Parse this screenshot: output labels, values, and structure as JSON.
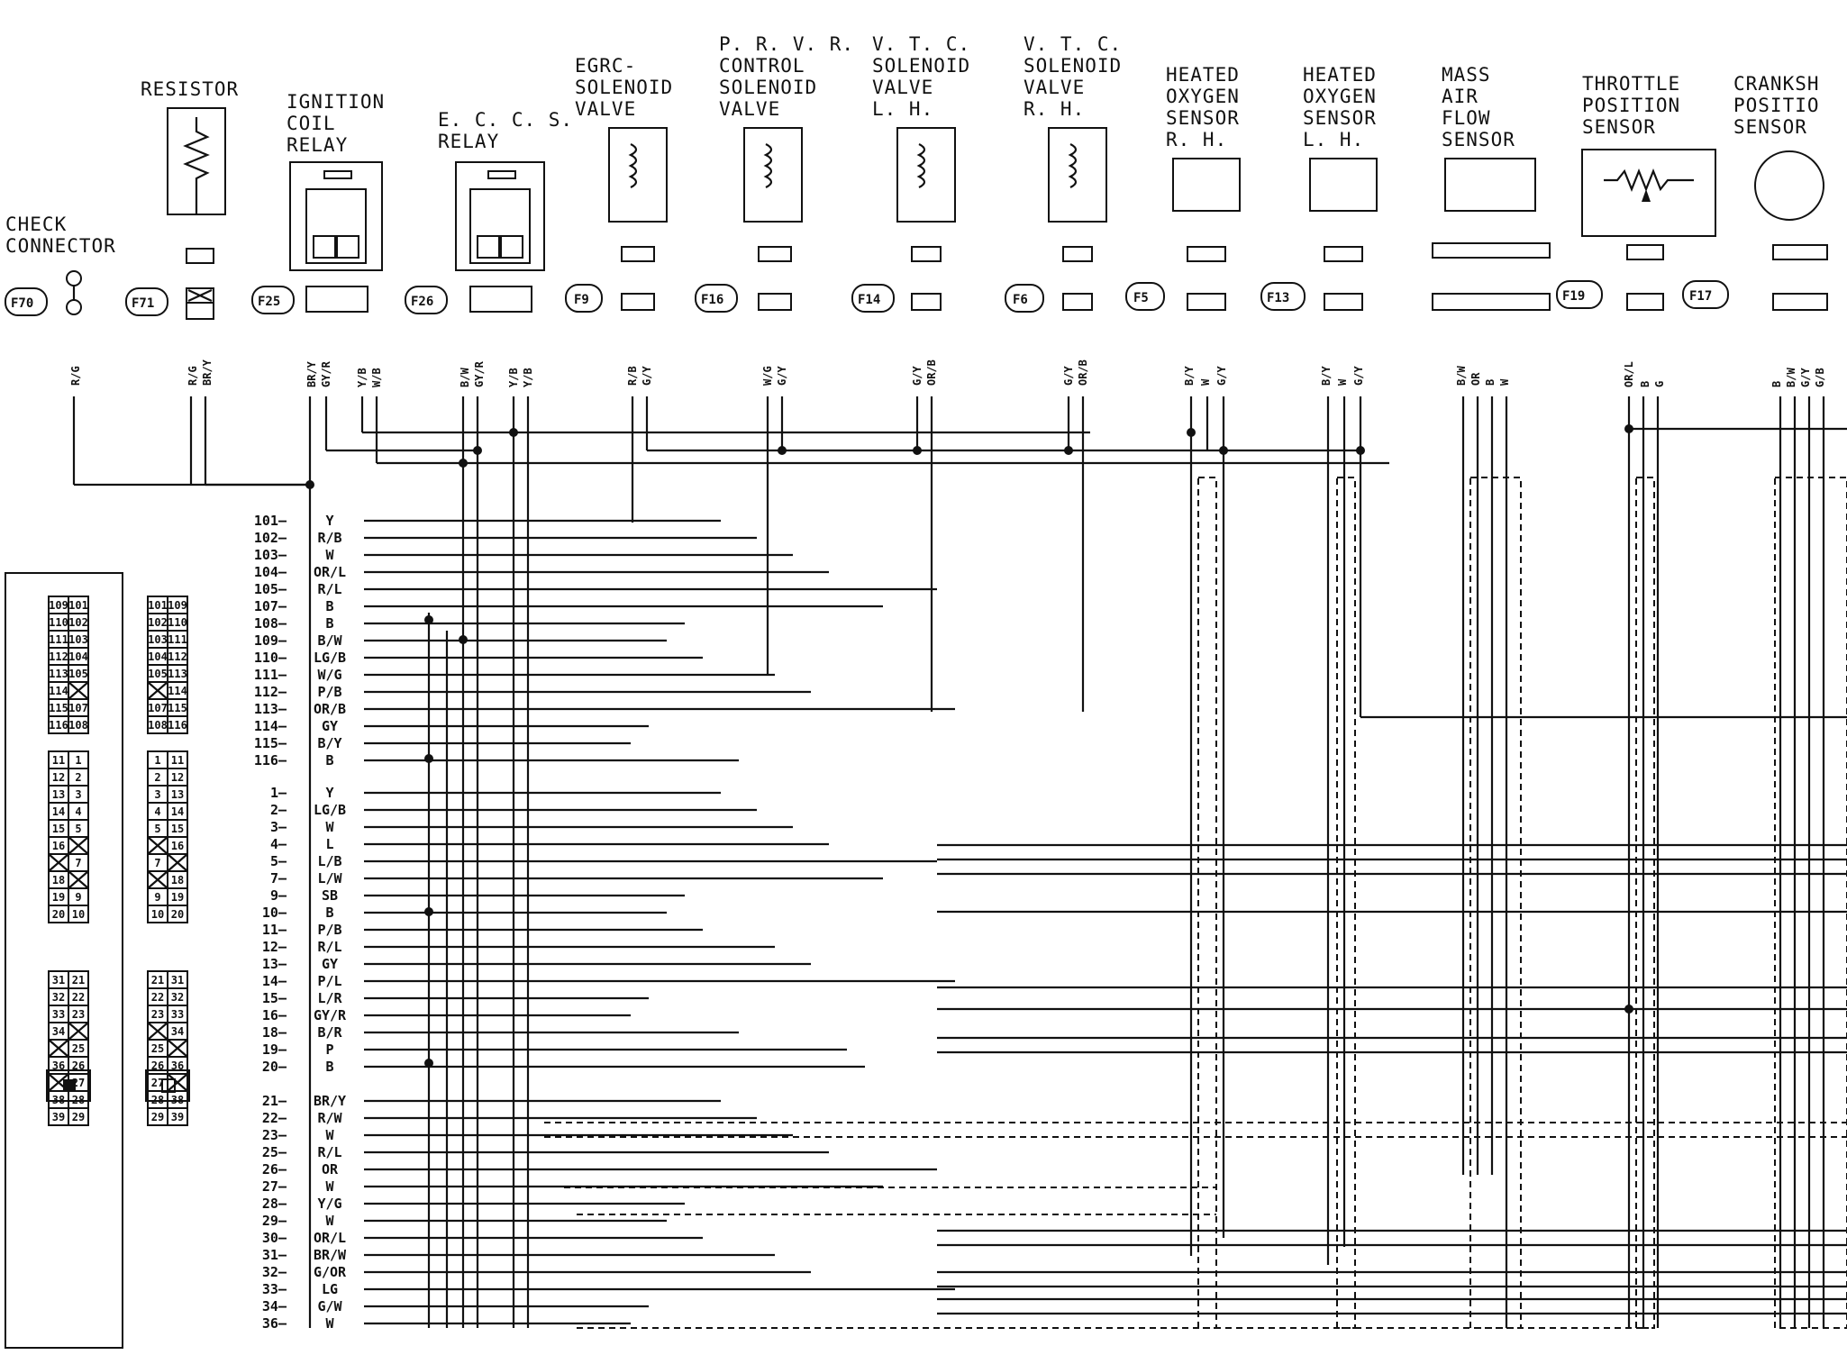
{
  "components": [
    {
      "id": "check",
      "lines": [
        "CHECK",
        "CONNECTOR"
      ],
      "conn": "F70",
      "wires": [
        "R/G"
      ]
    },
    {
      "id": "resistor",
      "lines": [
        "RESISTOR"
      ],
      "conn": "F71",
      "wires": [
        "R/G",
        "BR/Y"
      ]
    },
    {
      "id": "ign",
      "lines": [
        "IGNITION",
        "COIL",
        "RELAY"
      ],
      "conn": "F25",
      "wires": [
        "BR/Y",
        "GY/R",
        "Y/B",
        "W/B"
      ]
    },
    {
      "id": "eccs",
      "lines": [
        "E. C. C. S.",
        "RELAY"
      ],
      "conn": "F26",
      "wires": [
        "B/W",
        "GY/R",
        "Y/B",
        "Y/B"
      ]
    },
    {
      "id": "egrc",
      "lines": [
        "EGRC-",
        "SOLENOID",
        "VALVE"
      ],
      "conn": "F9",
      "wires": [
        "R/B",
        "G/Y"
      ]
    },
    {
      "id": "prvr",
      "lines": [
        "P. R. V. R.",
        "CONTROL",
        "SOLENOID",
        "VALVE"
      ],
      "conn": "F16",
      "wires": [
        "W/G",
        "G/Y"
      ]
    },
    {
      "id": "vtcl",
      "lines": [
        "V. T. C.",
        "SOLENOID",
        "VALVE",
        "L. H."
      ],
      "conn": "F14",
      "wires": [
        "G/Y",
        "OR/B"
      ]
    },
    {
      "id": "vtcr",
      "lines": [
        "V. T. C.",
        "SOLENOID",
        "VALVE",
        "R. H."
      ],
      "conn": "F6",
      "wires": [
        "G/Y",
        "OR/B"
      ]
    },
    {
      "id": "ho2r",
      "lines": [
        "HEATED",
        "OXYGEN",
        "SENSOR",
        "R. H."
      ],
      "conn": "F5",
      "wires": [
        "B/Y",
        "W",
        "G/Y"
      ]
    },
    {
      "id": "ho2l",
      "lines": [
        "HEATED",
        "OXYGEN",
        "SENSOR",
        "L. H."
      ],
      "conn": "F13",
      "wires": [
        "B/Y",
        "W",
        "G/Y"
      ]
    },
    {
      "id": "maf",
      "lines": [
        "MASS",
        "AIR",
        "FLOW",
        "SENSOR"
      ],
      "conn": "F19",
      "wires": [
        "B/W",
        "OR",
        "B",
        "W"
      ]
    },
    {
      "id": "tps",
      "lines": [
        "THROTTLE",
        "POSITION",
        "SENSOR"
      ],
      "conn": "F17",
      "wires": [
        "OR/L",
        "B",
        "G"
      ]
    },
    {
      "id": "ckp",
      "lines": [
        "CRANKSH",
        "POSITIO",
        "SENSOR"
      ],
      "conn": "",
      "wires": [
        "B",
        "B/W",
        "G/Y",
        "G/B"
      ]
    }
  ],
  "pins_group1": [
    {
      "n": "101",
      "c": "Y"
    },
    {
      "n": "102",
      "c": "R/B"
    },
    {
      "n": "103",
      "c": "W"
    },
    {
      "n": "104",
      "c": "OR/L"
    },
    {
      "n": "105",
      "c": "R/L"
    },
    {
      "n": "107",
      "c": "B"
    },
    {
      "n": "108",
      "c": "B"
    },
    {
      "n": "109",
      "c": "B/W"
    },
    {
      "n": "110",
      "c": "LG/B"
    },
    {
      "n": "111",
      "c": "W/G"
    },
    {
      "n": "112",
      "c": "P/B"
    },
    {
      "n": "113",
      "c": "OR/B"
    },
    {
      "n": "114",
      "c": "GY"
    },
    {
      "n": "115",
      "c": "B/Y"
    },
    {
      "n": "116",
      "c": "B"
    }
  ],
  "pins_group2": [
    {
      "n": "1",
      "c": "Y"
    },
    {
      "n": "2",
      "c": "LG/B"
    },
    {
      "n": "3",
      "c": "W"
    },
    {
      "n": "4",
      "c": "L"
    },
    {
      "n": "5",
      "c": "L/B"
    },
    {
      "n": "7",
      "c": "L/W"
    },
    {
      "n": "9",
      "c": "SB"
    },
    {
      "n": "10",
      "c": "B"
    },
    {
      "n": "11",
      "c": "P/B"
    },
    {
      "n": "12",
      "c": "R/L"
    },
    {
      "n": "13",
      "c": "GY"
    },
    {
      "n": "14",
      "c": "P/L"
    },
    {
      "n": "15",
      "c": "L/R"
    },
    {
      "n": "16",
      "c": "GY/R"
    },
    {
      "n": "18",
      "c": "B/R"
    },
    {
      "n": "19",
      "c": "P"
    },
    {
      "n": "20",
      "c": "B"
    }
  ],
  "pins_group3": [
    {
      "n": "21",
      "c": "BR/Y"
    },
    {
      "n": "22",
      "c": "R/W"
    },
    {
      "n": "23",
      "c": "W"
    },
    {
      "n": "25",
      "c": "R/L"
    },
    {
      "n": "26",
      "c": "OR"
    },
    {
      "n": "27",
      "c": "W"
    },
    {
      "n": "28",
      "c": "Y/G"
    },
    {
      "n": "29",
      "c": "W"
    },
    {
      "n": "30",
      "c": "OR/L"
    },
    {
      "n": "31",
      "c": "BR/W"
    },
    {
      "n": "32",
      "c": "G/OR"
    },
    {
      "n": "33",
      "c": "LG"
    },
    {
      "n": "34",
      "c": "G/W"
    },
    {
      "n": "36",
      "c": "W"
    }
  ],
  "ecm_left": [
    [
      "109",
      "101"
    ],
    [
      "110",
      "102"
    ],
    [
      "111",
      "103"
    ],
    [
      "112",
      "104"
    ],
    [
      "113",
      "105"
    ],
    [
      "114",
      "X"
    ],
    [
      "115",
      "107"
    ],
    [
      "116",
      "108"
    ],
    [
      "11",
      "1"
    ],
    [
      "12",
      "2"
    ],
    [
      "13",
      "3"
    ],
    [
      "14",
      "4"
    ],
    [
      "15",
      "5"
    ],
    [
      "16",
      "X"
    ],
    [
      "X",
      "7"
    ],
    [
      "18",
      "X"
    ],
    [
      "19",
      "9"
    ],
    [
      "20",
      "10"
    ],
    [
      "31",
      "21"
    ],
    [
      "32",
      "22"
    ],
    [
      "33",
      "23"
    ],
    [
      "34",
      "X"
    ],
    [
      "X",
      "25"
    ],
    [
      "36",
      "26"
    ],
    [
      "X",
      "27"
    ],
    [
      "38",
      "28"
    ],
    [
      "39",
      "29"
    ]
  ],
  "ecm_right": [
    [
      "101",
      "109"
    ],
    [
      "102",
      "110"
    ],
    [
      "103",
      "111"
    ],
    [
      "104",
      "112"
    ],
    [
      "105",
      "113"
    ],
    [
      "X",
      "114"
    ],
    [
      "107",
      "115"
    ],
    [
      "108",
      "116"
    ],
    [
      "1",
      "11"
    ],
    [
      "2",
      "12"
    ],
    [
      "3",
      "13"
    ],
    [
      "4",
      "14"
    ],
    [
      "5",
      "15"
    ],
    [
      "X",
      "16"
    ],
    [
      "7",
      "X"
    ],
    [
      "X",
      "18"
    ],
    [
      "9",
      "19"
    ],
    [
      "10",
      "20"
    ],
    [
      "21",
      "31"
    ],
    [
      "22",
      "32"
    ],
    [
      "23",
      "33"
    ],
    [
      "X",
      "34"
    ],
    [
      "25",
      "X"
    ],
    [
      "26",
      "36"
    ],
    [
      "27",
      "X"
    ],
    [
      "28",
      "38"
    ],
    [
      "29",
      "39"
    ]
  ]
}
